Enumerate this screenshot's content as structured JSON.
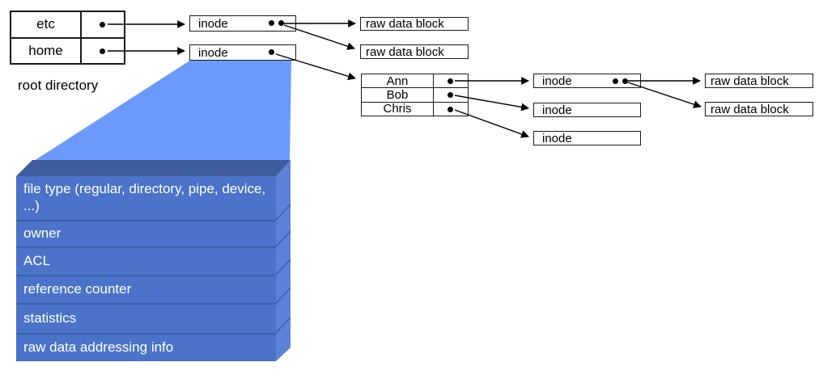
{
  "colors": {
    "funnel": "#6b9afc",
    "stack_front": "#4a73c9",
    "stack_side": "#5b82d8",
    "stack_bevel": "#3f5c9e",
    "stack_divider": "#3a5fa6",
    "line": "#000000",
    "background": "#ffffff"
  },
  "labels": {
    "inode": "inode",
    "raw_data_block": "raw data block"
  },
  "root_directory": {
    "caption": "root directory",
    "entries": [
      "etc",
      "home"
    ]
  },
  "home_directory": {
    "entries": [
      "Ann",
      "Bob",
      "Chris"
    ]
  },
  "inode_fields": [
    "file type (regular, directory, pipe, device, ...)",
    "owner",
    "ACL",
    "reference counter",
    "statistics",
    "raw data addressing info"
  ]
}
